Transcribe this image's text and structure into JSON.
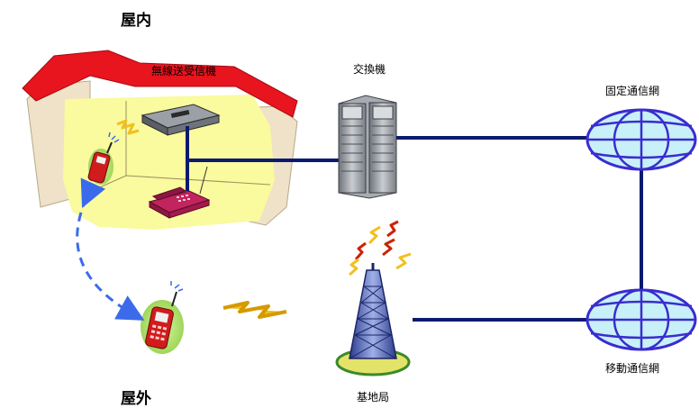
{
  "labels": {
    "indoor": "屋内",
    "outdoor": "屋外",
    "cordless_base": "無線送受信機",
    "exchange": "交換機",
    "fixed_network": "固定通信網",
    "mobile_network": "移動通信網",
    "base_station": "基地局"
  },
  "colors": {
    "link_line": "#0a1a6e",
    "roof": "#e8141e",
    "house_wall": "#efe2c8",
    "room_interior": "#fafa9e",
    "dashed_arrow": "#3b6bea",
    "signal_zigzag": "#f2c01e",
    "globe_fill": "#c8f0f8",
    "globe_stroke": "#3a2ccf"
  },
  "icons": [
    "house-icon",
    "cordless-base-icon",
    "desk-phone-icon",
    "indoor-cellphone-icon",
    "outdoor-cellphone-icon",
    "exchange-server-icon",
    "fixed-network-globe-icon",
    "mobile-network-globe-icon",
    "base-station-tower-icon"
  ]
}
